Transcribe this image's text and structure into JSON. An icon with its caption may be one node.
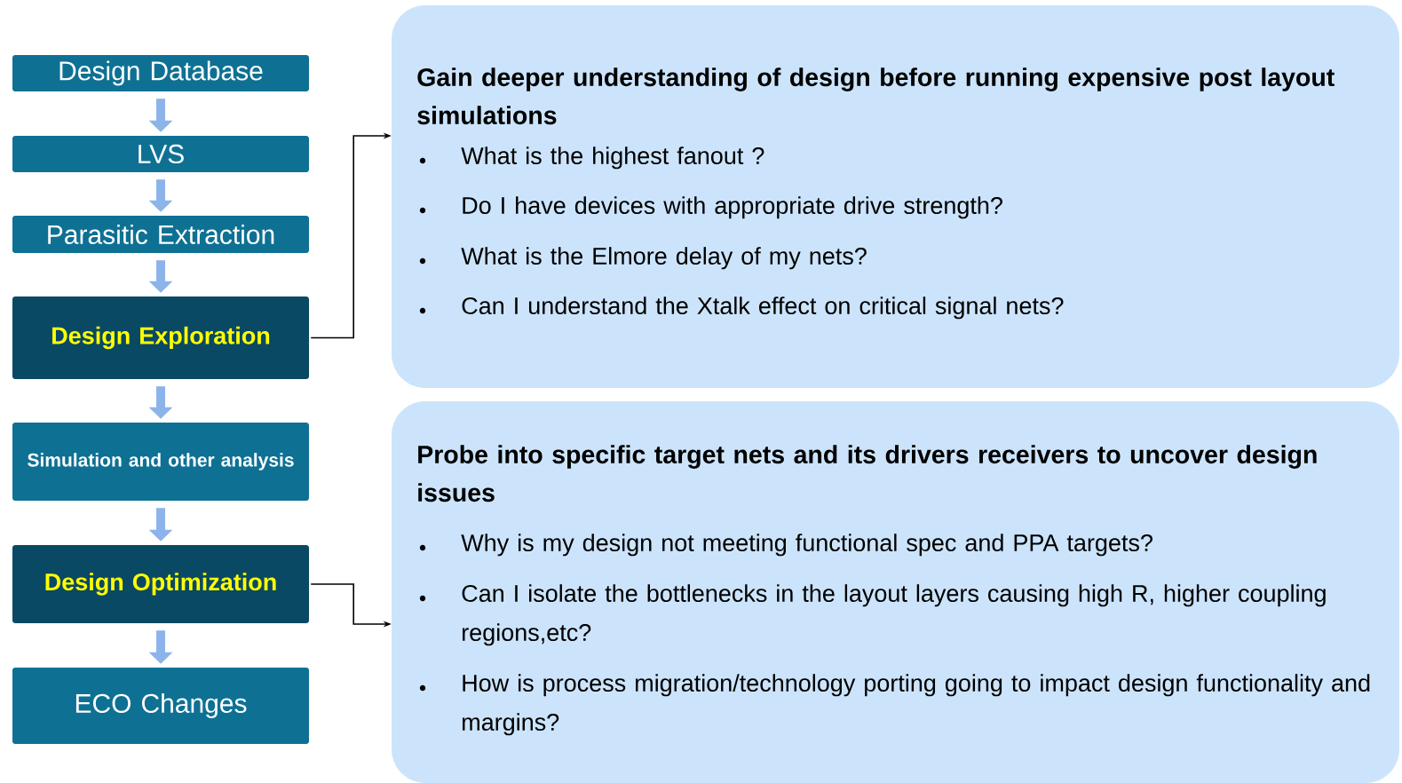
{
  "diagram": {
    "nodes": [
      {
        "text": [
          "Design Database"
        ]
      },
      {
        "text": [
          "LVS"
        ]
      },
      {
        "text": [
          "Parasitic Extraction"
        ]
      },
      {
        "text": [
          "Design Exploration"
        ]
      },
      {
        "text": [
          "Simulation and other analysis"
        ]
      },
      {
        "text": [
          "Design Optimization"
        ]
      },
      {
        "text": [
          "ECO Changes"
        ]
      },
      {
        "text": [
          "Gain deeper understanding of design before running expensive post layout simulations",
          "What is the highest fanout ?",
          "Do I have devices with appropriate drive strength?",
          "What is the Elmore delay of my nets?",
          "Can I understand the Xtalk effect on critical signal nets?"
        ]
      },
      {
        "text": [
          "Probe into specific target nets and its drivers receivers to uncover design issues",
          "Why is my design not meeting functional spec and PPA targets?",
          "Can I isolate the bottlenecks in the layout layers causing high R, higher coupling regions,etc?",
          "How is process migration/technology porting going to impact design functionality and margins?"
        ]
      }
    ],
    "edges": [
      {
        "from": 0,
        "to": 1,
        "arrow": "to"
      },
      {
        "from": 1,
        "to": 2,
        "arrow": "to"
      },
      {
        "from": 2,
        "to": 3,
        "arrow": "to"
      },
      {
        "from": 3,
        "to": 4,
        "arrow": "to"
      },
      {
        "from": 4,
        "to": 5,
        "arrow": "to"
      },
      {
        "from": 5,
        "to": 6,
        "arrow": "to"
      },
      {
        "from": 3,
        "to": 7,
        "arrow": "to",
        "color": "#000000"
      },
      {
        "from": 5,
        "to": 8,
        "arrow": "to",
        "color": "#000000"
      }
    ]
  }
}
